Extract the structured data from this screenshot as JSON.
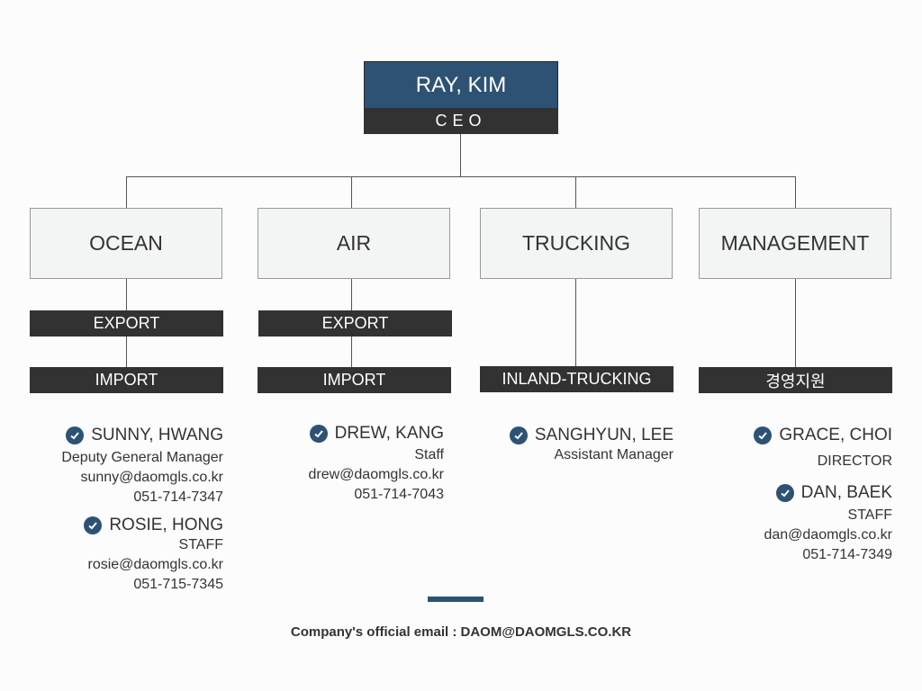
{
  "ceo": {
    "name": "RAY, KIM",
    "title": "CEO"
  },
  "departments": [
    {
      "name": "OCEAN",
      "subs": [
        "EXPORT",
        "IMPORT"
      ]
    },
    {
      "name": "AIR",
      "subs": [
        "EXPORT",
        "IMPORT"
      ]
    },
    {
      "name": "TRUCKING",
      "subs": [
        "INLAND-TRUCKING"
      ]
    },
    {
      "name": "MANAGEMENT",
      "subs": [
        "경영지원"
      ]
    }
  ],
  "people": {
    "ocean": [
      {
        "name": "SUNNY, HWANG",
        "role": "Deputy General Manager",
        "email": "sunny@daomgls.co.kr",
        "phone": "051-714-7347"
      },
      {
        "name": "ROSIE, HONG",
        "role": "STAFF",
        "email": "rosie@daomgls.co.kr",
        "phone": "051-715-7345"
      }
    ],
    "air": [
      {
        "name": "DREW, KANG",
        "role": "Staff",
        "email": "drew@daomgls.co.kr",
        "phone": "051-714-7043"
      }
    ],
    "trucking": [
      {
        "name": "SANGHYUN, LEE",
        "role": "Assistant Manager"
      }
    ],
    "management": [
      {
        "name": "GRACE, CHOI",
        "role": "DIRECTOR"
      },
      {
        "name": "DAN, BAEK",
        "role": "STAFF",
        "email": "dan@daomgls.co.kr",
        "phone": "051-714-7349"
      }
    ]
  },
  "footer": {
    "text": "Company's official email : DAOM@DAOMGLS.CO.KR"
  },
  "colors": {
    "accent": "#2d5274",
    "dark": "#323232",
    "box": "#f3f4f4"
  }
}
